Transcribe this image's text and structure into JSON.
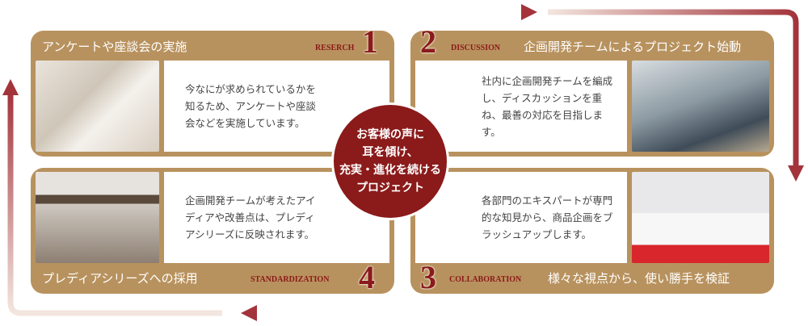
{
  "center": {
    "lines": [
      "お客様の声に",
      "耳を傾け、",
      "充実・進化を続ける",
      "プロジェクト"
    ]
  },
  "steps": [
    {
      "number": "1",
      "en": "RESERCH",
      "title": "アンケートや座談会の実施",
      "text": "今なにが求められているかを知るため、アンケートや座談会などを実施しています。"
    },
    {
      "number": "2",
      "en": "DISCUSSION",
      "title": "企画開発チームによるプロジェクト始動",
      "text": "社内に企画開発チームを編成し、ディスカッションを重ね、最善の対応を目指します。"
    },
    {
      "number": "3",
      "en": "COLLABORATION",
      "title": "様々な視点から、使い勝手を検証",
      "text": "各部門のエキスパートが専門的な知見から、商品企画をブラッシュアップします。"
    },
    {
      "number": "4",
      "en": "STANDARDIZATION",
      "title": "プレディアシリーズへの採用",
      "text": "企画開発チームが考えたアイディアや改善点は、プレディアシリーズに反映されます。"
    }
  ],
  "colors": {
    "card": "#b8925e",
    "accent": "#8b1a1a"
  }
}
